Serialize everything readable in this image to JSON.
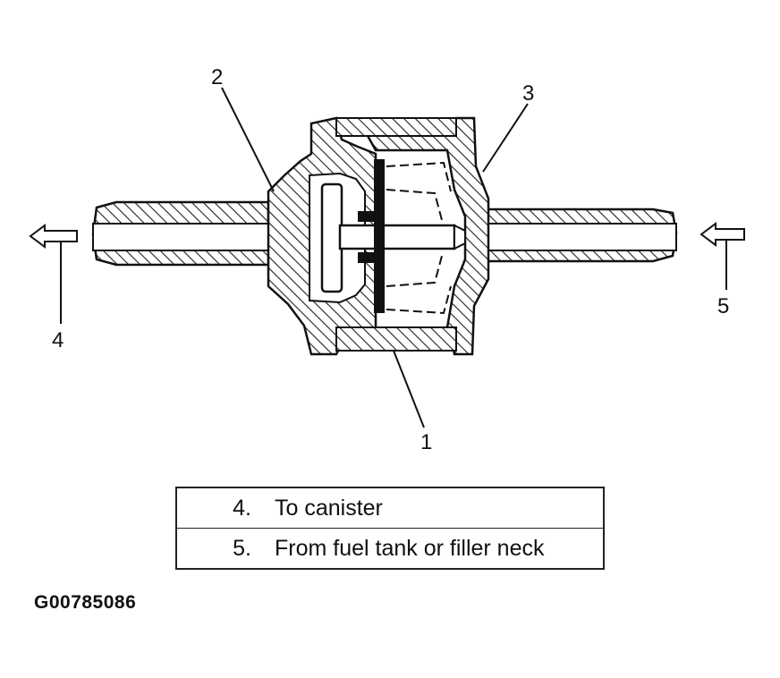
{
  "callouts": {
    "c1": "1",
    "c2": "2",
    "c3": "3",
    "c4": "4",
    "c5": "5"
  },
  "legend": {
    "rows": [
      {
        "number": "4.",
        "text": "To canister"
      },
      {
        "number": "5.",
        "text": "From fuel tank or filler neck"
      }
    ]
  },
  "figure_id": "G00785086"
}
